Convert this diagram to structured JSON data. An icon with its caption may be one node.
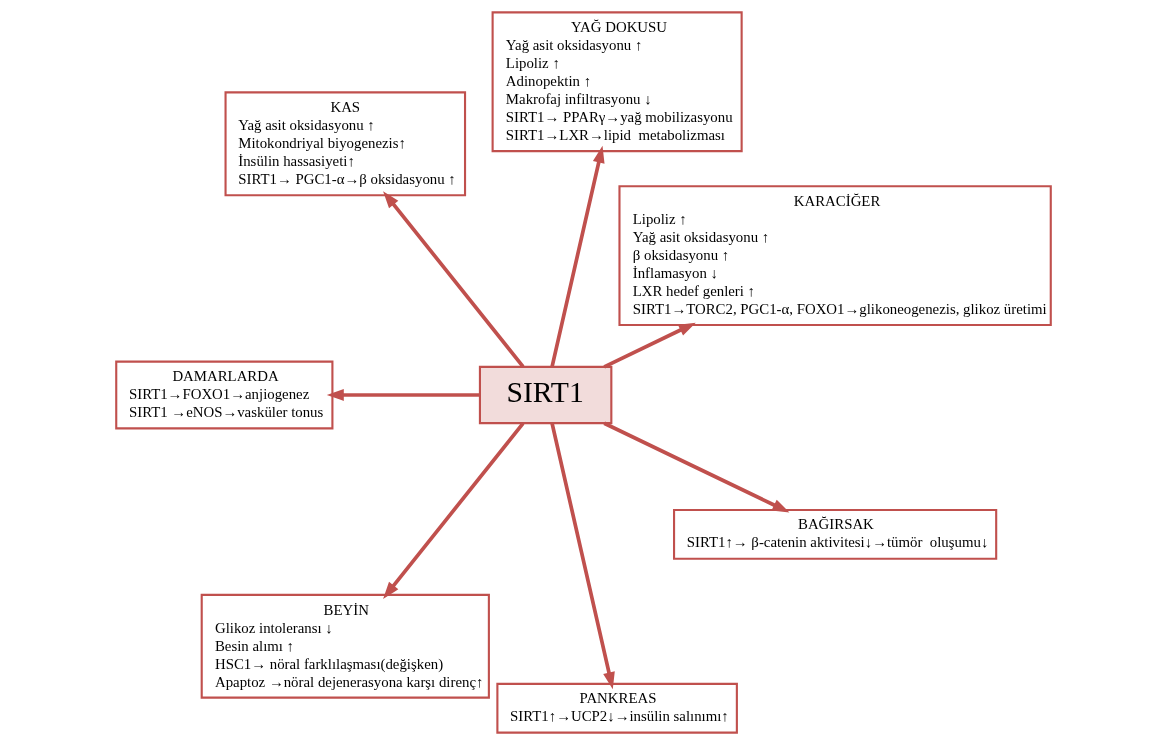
{
  "diagram": {
    "nodes": [
      {
        "text": [
          "KARACİĞER",
          "Lipoliz ↑",
          "Yağ asit oksidasyonu ↑",
          "β oksidasyonu ↑",
          "İnflamasyon ↓",
          "LXR hedef genleri ↑",
          "SIRT1→TORC2, PGC1-α, FOXO1→glikoneogenezis, glikoz üretimi"
        ]
      },
      {
        "text": [
          "YAĞ DOKUSU",
          "Yağ asit oksidasyonu ↑",
          "Lipoliz ↑",
          "Adinopektin ↑",
          "Makrofaj infiltrasyonu ↓",
          "SIRT1→ PPARγ→yağ mobilizasyonu",
          "SIRT1→LXR→lipid  metabolizması"
        ]
      },
      {
        "text": [
          "KAS",
          "Yağ asit oksidasyonu ↑",
          "Mitokondriyal biyogenezis↑",
          "İnsülin hassasiyeti↑",
          "SIRT1→ PGC1-α→β oksidasyonu ↑"
        ]
      },
      {
        "text": [
          "DAMARLARDA",
          "SIRT1→FOXO1→anjiogenez",
          "SIRT1 →eNOS→vasküler tonus"
        ]
      },
      {
        "text": [
          "SIRT1"
        ]
      },
      {
        "text": [
          "BEYİN",
          "Glikoz intoleransı ↓",
          "Besin alımı ↑",
          "HSC1→ nöral farklılaşması(değişken)",
          "Apaptoz →nöral dejenerasyona karşı direnç↑"
        ]
      },
      {
        "text": [
          "PANKREAS",
          "SIRT1↑→UCP2↓→insülin salınımı↑"
        ]
      },
      {
        "text": [
          "BAĞIRSAK",
          "SIRT1↑→ β-catenin aktivitesi↓→tümör  oluşumu↓"
        ]
      }
    ],
    "edges": [
      {
        "from": 4,
        "to": 0,
        "arrow": "to"
      },
      {
        "from": 4,
        "to": 1,
        "arrow": "to"
      },
      {
        "from": 4,
        "to": 2,
        "arrow": "to"
      },
      {
        "from": 4,
        "to": 3,
        "arrow": "to"
      },
      {
        "from": 4,
        "to": 5,
        "arrow": "to"
      },
      {
        "from": 4,
        "to": 6,
        "arrow": "to"
      },
      {
        "from": 4,
        "to": 7,
        "arrow": "to"
      }
    ]
  }
}
